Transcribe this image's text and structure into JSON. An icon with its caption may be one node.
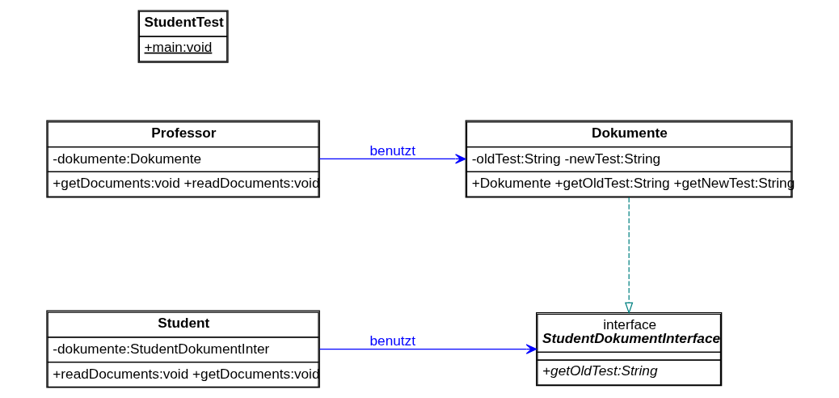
{
  "diagram": {
    "nodes": [
      {
        "text": [
          "Student",
          "-dokumente:StudentDokumentInter",
          "+readDocuments:void +getDocuments:void"
        ]
      },
      {
        "text": [
          "interface",
          "StudentDokumentInterface",
          "+getOldTest:String"
        ]
      },
      {
        "text": [
          "Dokumente",
          "-oldTest:String -newTest:String",
          "+Dokumente +getOldTest:String +getNewTest:String"
        ]
      },
      {
        "text": [
          "Professor",
          "-dokumente:Dokumente",
          "+getDocuments:void +readDocuments:void"
        ]
      },
      {
        "text": [
          "StudentTest",
          "+main:void"
        ]
      }
    ],
    "edges": [
      {
        "from": 0,
        "to": 1,
        "arrow": "to",
        "label": "benutzt"
      },
      {
        "from": 2,
        "to": 1,
        "arrow": "to",
        "style": "dashed",
        "color": "#008080"
      },
      {
        "from": 3,
        "to": 2,
        "arrow": "to",
        "label": "benutzt"
      }
    ]
  }
}
